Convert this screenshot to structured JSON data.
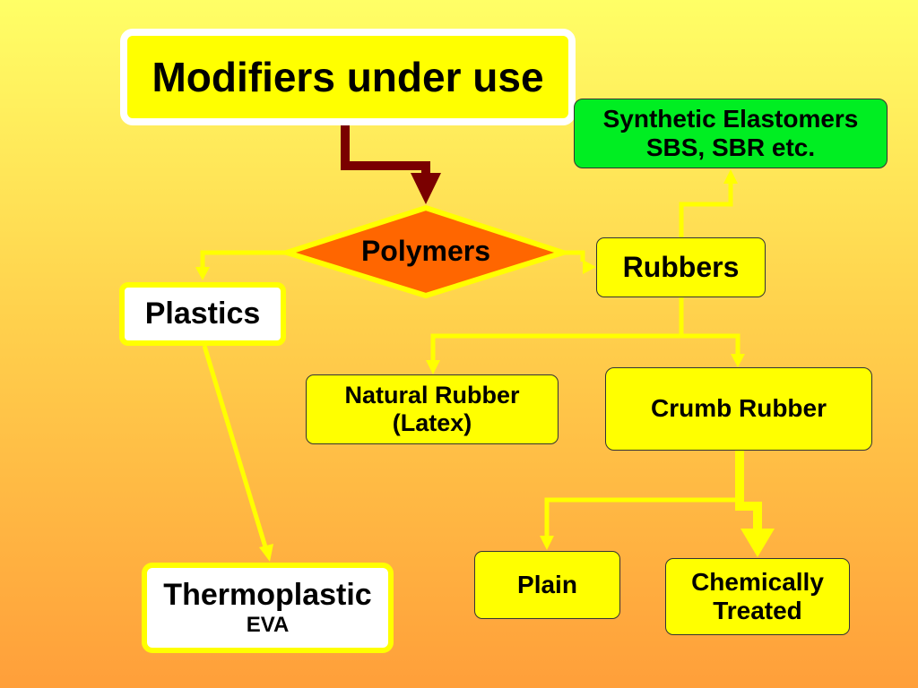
{
  "title": "Modifiers under use",
  "nodes": {
    "polymers": "Polymers",
    "plastics": "Plastics",
    "rubbers": "Rubbers",
    "synthetic_line1": "Synthetic Elastomers",
    "synthetic_line2": "SBS, SBR etc.",
    "natural_line1": "Natural Rubber",
    "natural_line2": "(Latex)",
    "crumb": "Crumb Rubber",
    "plain": "Plain",
    "chemical_line1": "Chemically",
    "chemical_line2": "Treated",
    "thermo_line1": "Thermoplastic",
    "thermo_line2": "EVA"
  },
  "colors": {
    "background_top": "#ffff66",
    "background_bottom": "#ff9f3a",
    "box_yellow": "#ffff00",
    "box_green": "#00ee22",
    "diamond": "#ff6600",
    "connector": "#ffff00",
    "main_arrow": "#7a0000"
  }
}
